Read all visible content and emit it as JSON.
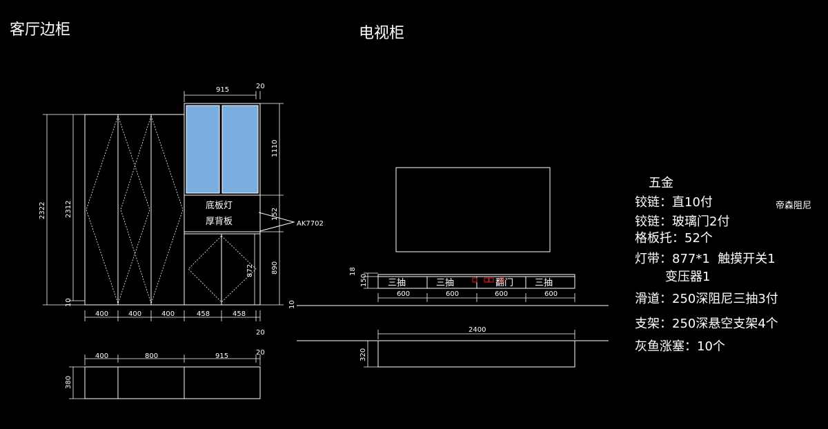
{
  "titles": {
    "living_cabinet": "客厅边柜",
    "tv_cabinet": "电视柜"
  },
  "living_cabinet": {
    "dims_top": [
      "915",
      "20"
    ],
    "dims_left": [
      "2322",
      "2312",
      "10"
    ],
    "dims_right": [
      "1110",
      "152",
      "890",
      "872"
    ],
    "dims_bottom": [
      "400",
      "400",
      "400",
      "458",
      "458"
    ],
    "dim_20_lower": "20",
    "labels": [
      "底板灯",
      "厚背板"
    ],
    "callout": "AK7702",
    "plan_dims": [
      "400",
      "800",
      "915",
      "20"
    ],
    "plan_depth": "380"
  },
  "tv_cabinet": {
    "dims_left": [
      "18",
      "150"
    ],
    "drawers": [
      "三抽",
      "三抽",
      "翻门",
      "三抽"
    ],
    "drawer_widths": [
      "600",
      "600",
      "600",
      "600"
    ],
    "dim_10": "10",
    "total_width": "2400",
    "plan_depth": "320"
  },
  "hardware": {
    "heading": "五金",
    "lines": [
      "铰链：直10付",
      "铰链：玻璃门2付",
      "格板托：52个",
      "灯带：877*1  触摸开关1",
      "变压器1",
      "滑道：250深阻尼三抽3付",
      "支架：250深悬空支架4个",
      "灰鱼涨塞：10个"
    ],
    "brand": "帝森阻尼"
  }
}
